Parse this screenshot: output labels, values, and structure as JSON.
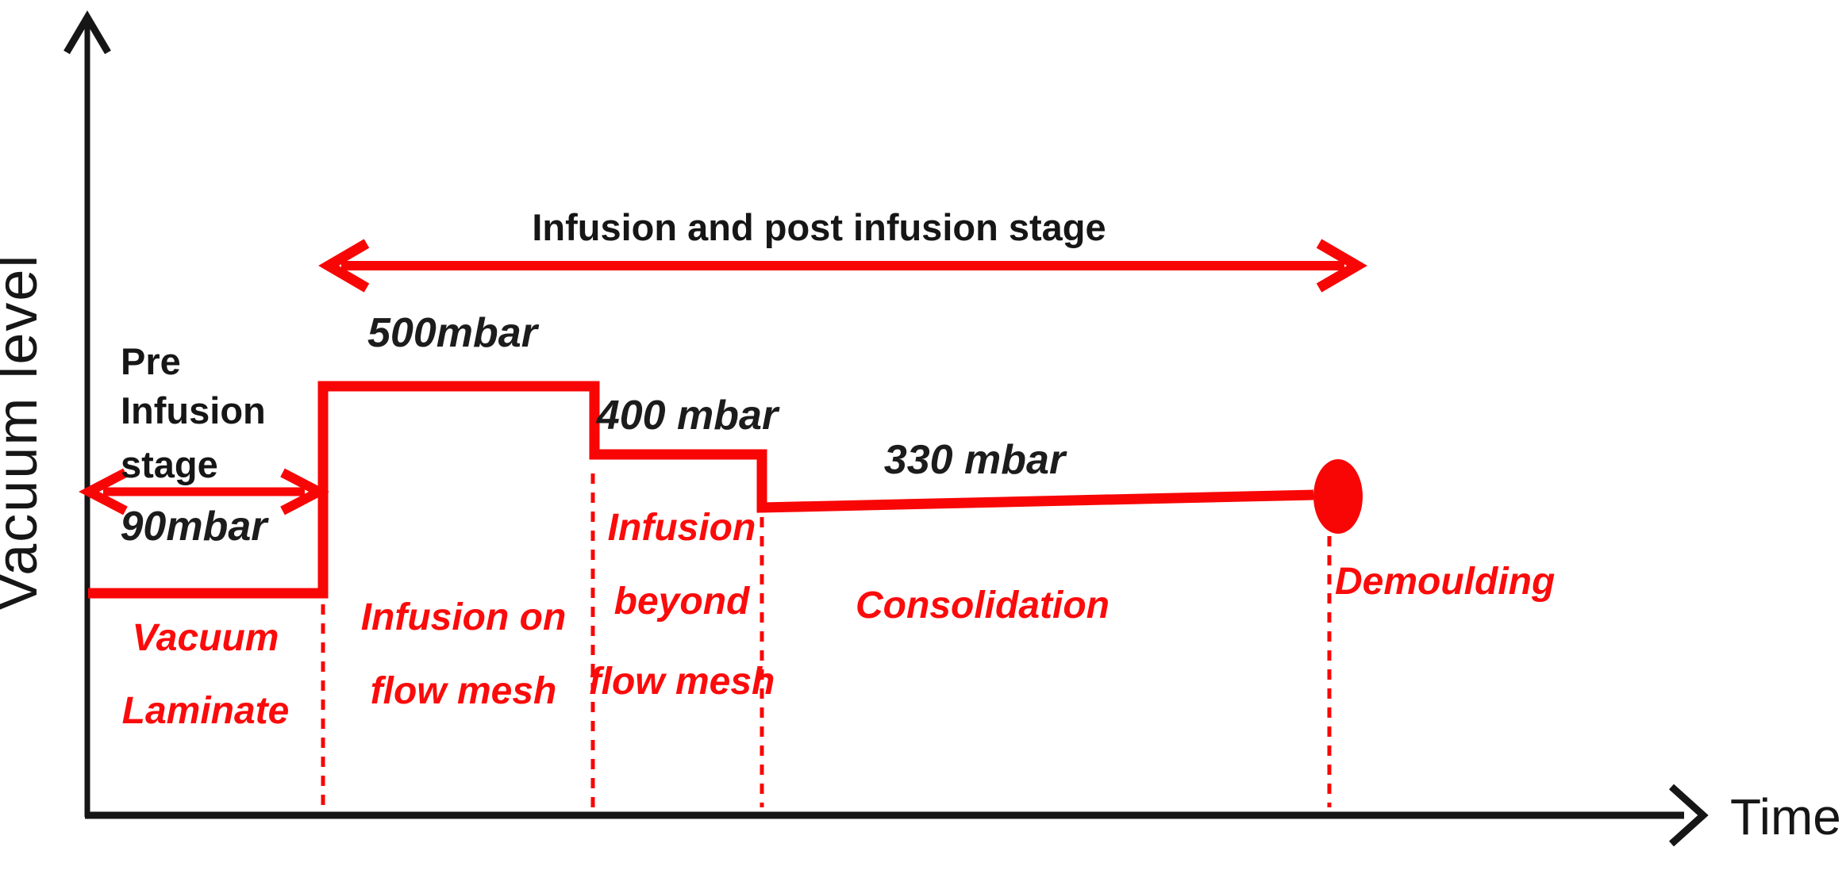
{
  "figure": {
    "y_axis": {
      "label": "Vacuum level"
    },
    "x_axis": {
      "label": "Time"
    },
    "top_annotation": {
      "label": "Infusion and post infusion stage"
    },
    "pre_infusion_annotation": {
      "lines": [
        "Pre",
        "Infusion",
        "stage"
      ]
    },
    "pressure_labels": {
      "vacuum_laminate": "90mbar",
      "infusion_on_flow_mesh": "500mbar",
      "infusion_beyond_flow_mesh": "400 mbar",
      "consolidation": "330 mbar"
    },
    "stage_labels": {
      "vacuum_laminate": [
        "Vacuum",
        "Laminate"
      ],
      "infusion_on_flow_mesh": [
        "Infusion on",
        "flow mesh"
      ],
      "infusion_beyond_flow_mesh": [
        "Infusion",
        "beyond",
        "flow mesh"
      ],
      "consolidation": [
        "Consolidation"
      ],
      "demoulding": [
        "Demoulding"
      ]
    },
    "colors": {
      "line_red": "#f80606",
      "ink_black": "#161616"
    }
  },
  "chart_data": {
    "type": "line",
    "subtype": "step-profile-schematic",
    "title": "",
    "xlabel": "Time",
    "ylabel": "Vacuum level",
    "axes_quantitative": false,
    "grid": false,
    "series": [
      {
        "name": "Vacuum level profile",
        "steps": [
          {
            "stage": "Vacuum Laminate",
            "vacuum_mbar": 90
          },
          {
            "stage": "Infusion on flow mesh",
            "vacuum_mbar": 500
          },
          {
            "stage": "Infusion beyond flow mesh",
            "vacuum_mbar": 400
          },
          {
            "stage": "Consolidation",
            "vacuum_mbar": 330
          },
          {
            "stage": "Demoulding",
            "vacuum_mbar": 330,
            "marker": "filled-ellipse-endpoint"
          }
        ]
      }
    ],
    "annotations": [
      {
        "label": "Pre Infusion stage",
        "type": "double-arrow",
        "covers": [
          "Vacuum Laminate"
        ]
      },
      {
        "label": "Infusion and post infusion stage",
        "type": "double-arrow",
        "covers": [
          "Infusion on flow mesh",
          "Infusion beyond flow mesh",
          "Consolidation"
        ]
      }
    ]
  }
}
